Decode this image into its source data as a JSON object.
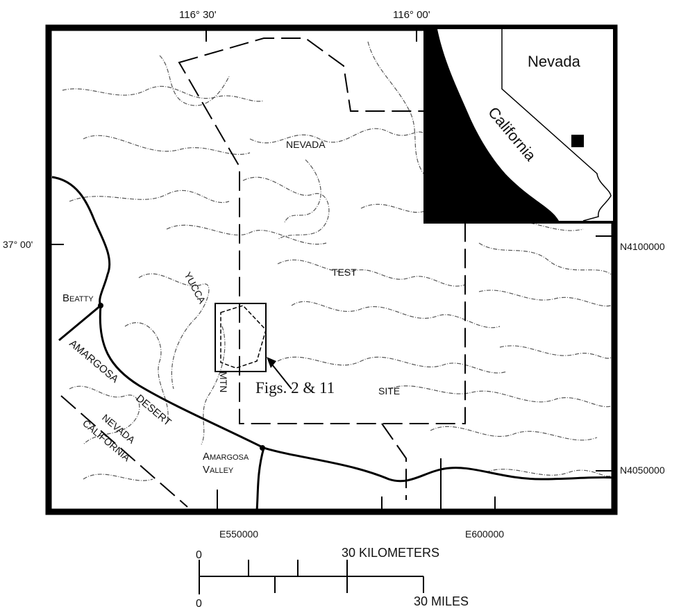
{
  "map": {
    "longitude_labels": [
      "116° 30'",
      "116° 00'"
    ],
    "latitude_label": "37° 00'",
    "northing_labels": [
      "N4100000",
      "N4050000"
    ],
    "easting_labels": [
      "E550000",
      "E600000"
    ],
    "place_labels": {
      "nevada": "NEVADA",
      "test": "TEST",
      "site": "SITE",
      "yucca": "YUCCA",
      "mtn": "MTN",
      "beatty": "Beatty",
      "amargosa_valley_line1": "Amargosa",
      "amargosa_valley_line2": "Valley",
      "amargosa": "AMARGOSA",
      "desert": "DESERT",
      "state_nevada": "NEVADA",
      "state_california": "CALIFORNIA"
    },
    "figure_callout": "Figs. 2 & 11"
  },
  "inset": {
    "nevada": "Nevada",
    "california": "California"
  },
  "scale_bar": {
    "km_zero": "0",
    "km_label": "30 KILOMETERS",
    "mi_zero": "0",
    "mi_label": "30 MILES"
  },
  "colors": {
    "ink": "#000000",
    "contour": "#555555",
    "background": "#ffffff"
  }
}
